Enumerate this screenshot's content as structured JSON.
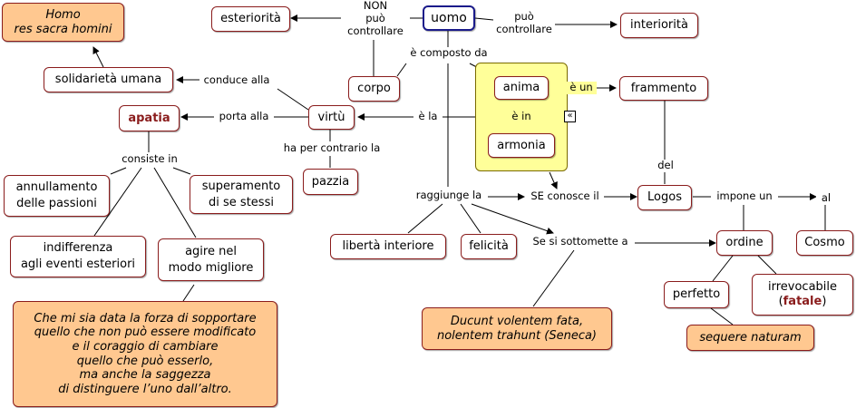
{
  "nodes": {
    "uomo": "uomo",
    "esteriorita": "esteriorità",
    "interiorita": "interiorità",
    "corpo": "corpo",
    "anima": "anima",
    "armonia": "armonia",
    "frammento": "frammento",
    "virtu": "virtù",
    "apatia": "apatia",
    "solidarieta": "solidarietà umana",
    "homo_line1": "Homo",
    "homo_line2": "res sacra homini",
    "annullamento": "annullamento\ndelle passioni",
    "superamento": "superamento\ndi se stessi",
    "indifferenza": "indifferenza\nagli eventi esteriori",
    "agire": "agire nel\nmodo migliore",
    "pazzia": "pazzia",
    "liberta": "libertà interiore",
    "felicita": "felicità",
    "logos": "Logos",
    "ordine": "ordine",
    "cosmo": "Cosmo",
    "perfetto": "perfetto",
    "irrevocabile": "irrevocabile",
    "fatale": "fatale",
    "sequere": "sequere naturam",
    "ducunt": "Ducunt volentem fata,\nnolentem trahunt (Seneca)",
    "preghiera": "Che mi sia data la forza di sopportare\nquello che non può essere modificato\ne il coraggio di cambiare\nquello che può esserlo,\nma anche la saggezza\ndi distinguere l’uno dall’altro."
  },
  "links": {
    "non_puo": "NON\npuò\ncontrollare",
    "puo": "può\ncontrollare",
    "composto": "è composto da",
    "e_un": "è un",
    "e_in": "è in",
    "e_la": "è la",
    "porta_alla": "porta alla",
    "conduce_alla": "conduce alla",
    "contrario": "ha per contrario la",
    "consiste_in": "consiste in",
    "raggiunge": "raggiunge la",
    "se_conosce": "SE conosce il",
    "se_sottomette": "Se si sottomette a",
    "del": "del",
    "impone": "impone un",
    "al": "al"
  },
  "colors": {
    "node_border": "#8a1c1c",
    "focus_border": "#1a1a8a",
    "quote_fill": "#ffc890",
    "group_fill": "#ffff99"
  },
  "icons": {
    "collapse": "double-chevron-left-icon"
  }
}
